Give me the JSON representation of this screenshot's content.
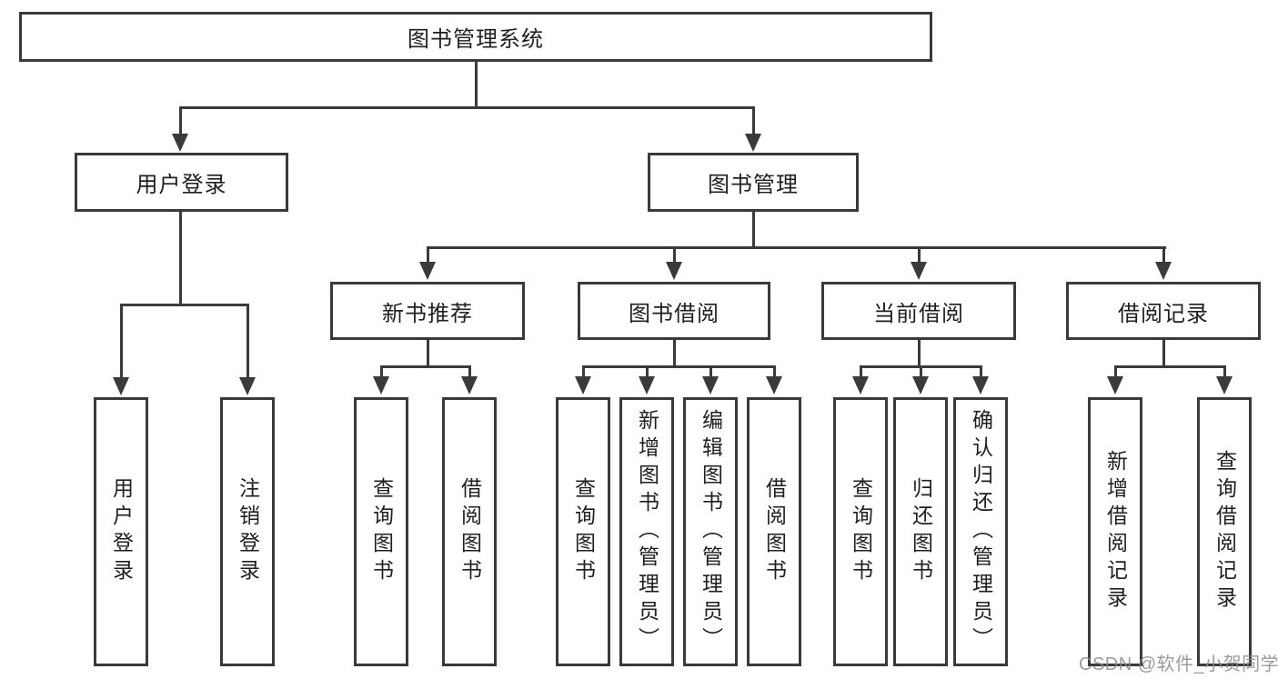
{
  "diagram": {
    "root": {
      "label": "图书管理系统"
    },
    "branches": [
      {
        "label": "用户登录",
        "children": [
          "用户登录",
          "注销登录"
        ]
      },
      {
        "label": "图书管理",
        "children": [
          {
            "label": "新书推荐",
            "children": [
              "查询图书",
              "借阅图书"
            ]
          },
          {
            "label": "图书借阅",
            "children": [
              "查询图书",
              "新增图书（管理员）",
              "编辑图书（管理员）",
              "借阅图书"
            ]
          },
          {
            "label": "当前借阅",
            "children": [
              "查询图书",
              "归还图书",
              "确认归还（管理员）"
            ]
          },
          {
            "label": "借阅记录",
            "children": [
              "新增借阅记录",
              "查询借阅记录"
            ]
          }
        ]
      }
    ]
  },
  "watermark": {
    "text": "CSDN @软件_小贺同学"
  },
  "colors": {
    "line": "#3a3a3a",
    "text": "#1f1f1f",
    "background": "#ffffff",
    "watermark": "#8a8a8a"
  }
}
